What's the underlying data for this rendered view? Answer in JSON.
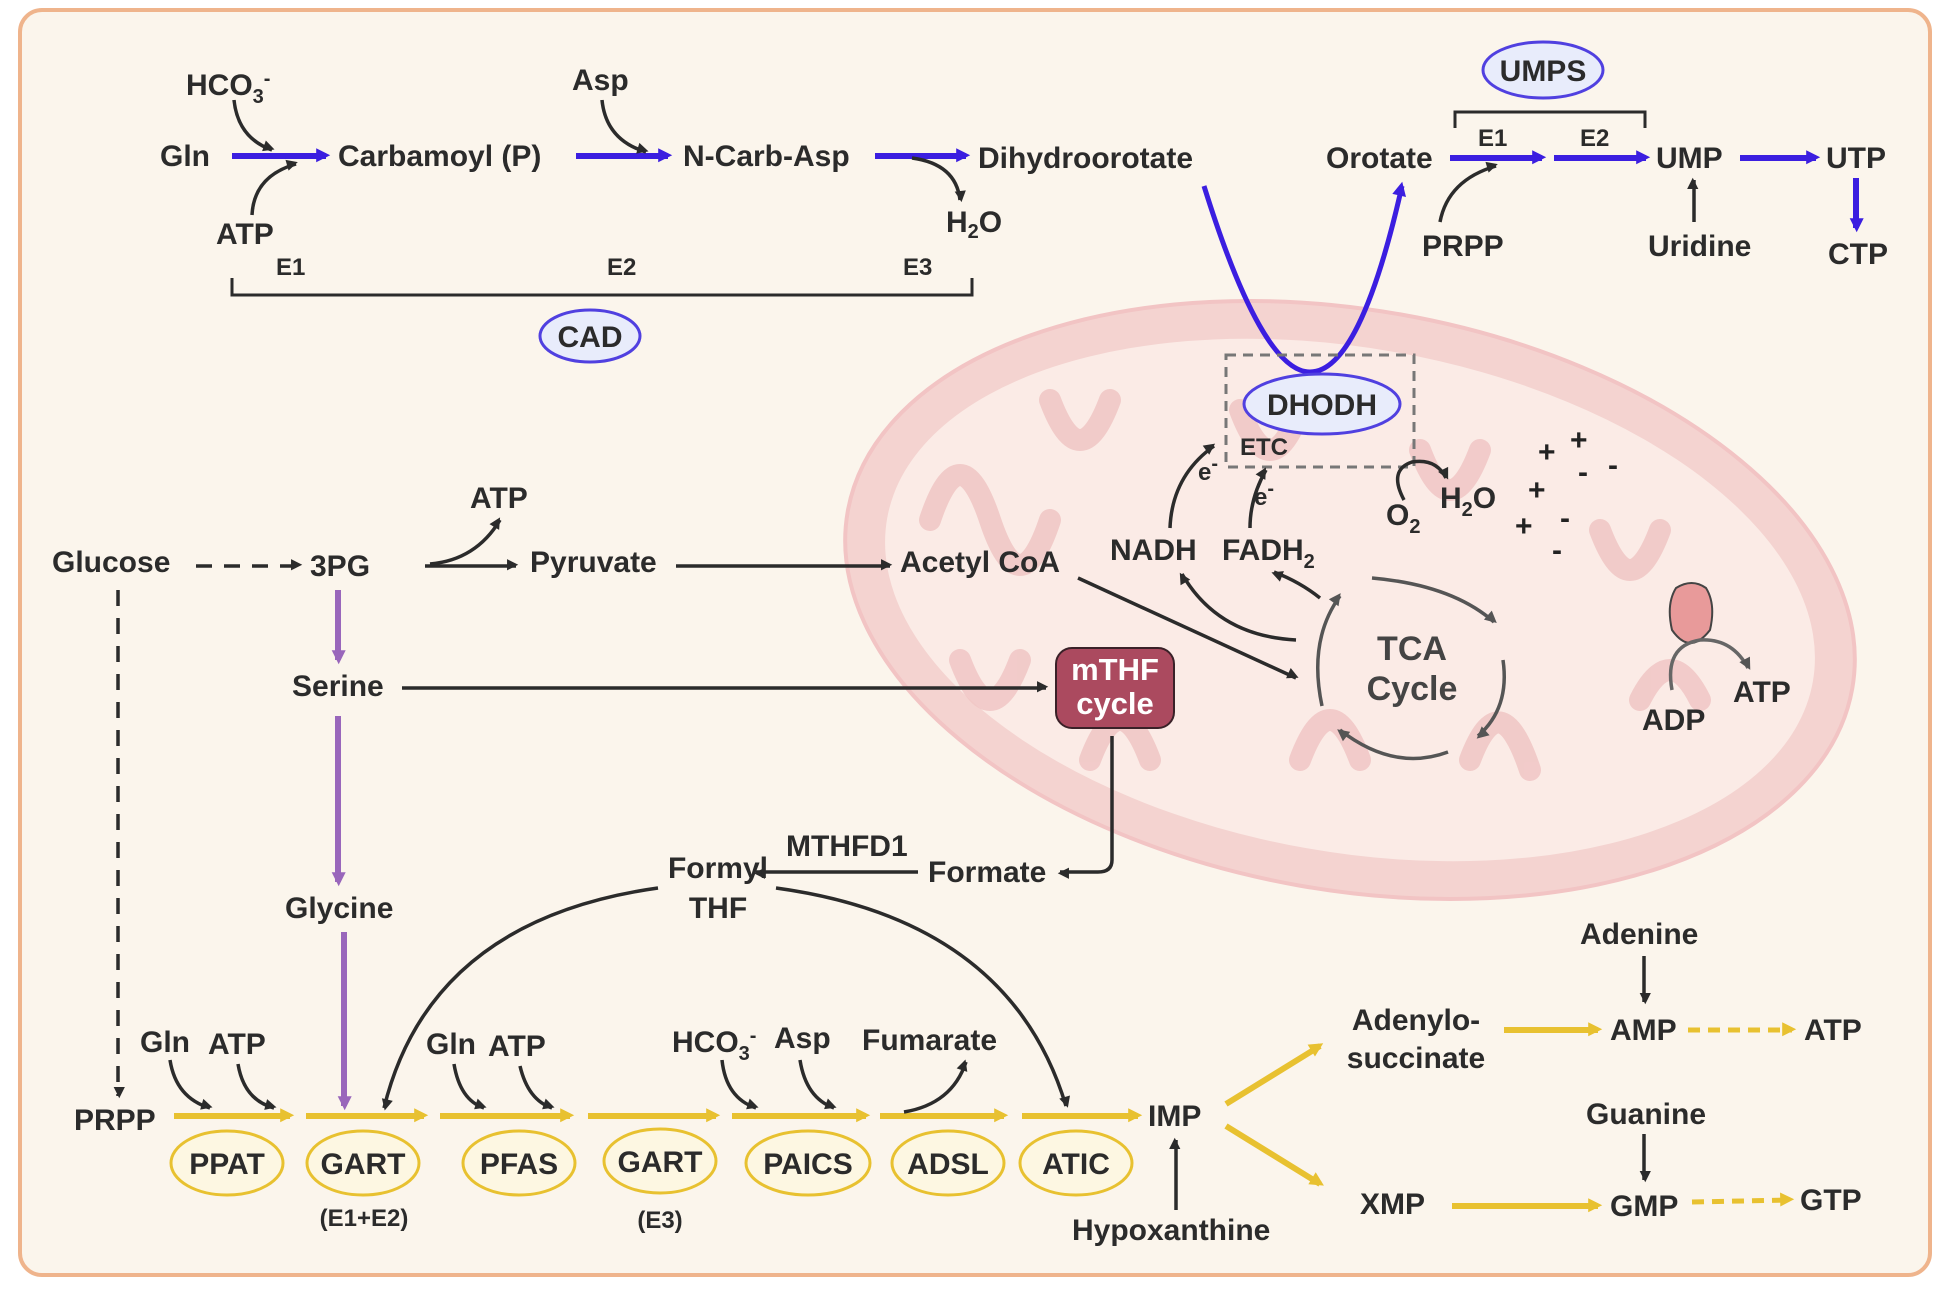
{
  "colors": {
    "frame_border": "#efb48c",
    "frame_fill": "#fbf5ec",
    "pyrimidine_arrow": "#3b1ee0",
    "purine_arrow": "#e8c130",
    "glycine_arrow": "#9966bb",
    "mito_outer": "#f2c4c4",
    "mito_inner": "#fbe8e4",
    "mthf_box": "#ab4a5f",
    "cad_ellipse": "#5040e0",
    "purine_ellipse": "#e8c130"
  },
  "pyrimidine": {
    "hco3": "HCO",
    "hco3_sub": "3",
    "hco3_sup": "-",
    "gln": "Gln",
    "atp": "ATP",
    "carbamoyl": "Carbamoyl (P)",
    "asp": "Asp",
    "n_carb_asp": "N-Carb-Asp",
    "dihydroorotate": "Dihydroorotate",
    "h2o": "H",
    "h2o_sub": "2",
    "h2o_end": "O",
    "e1": "E1",
    "e2": "E2",
    "e3": "E3",
    "cad": "CAD",
    "orotate": "Orotate",
    "umps": "UMPS",
    "umps_e1": "E1",
    "umps_e2": "E2",
    "ump": "UMP",
    "utp": "UTP",
    "prpp": "PRPP",
    "uridine": "Uridine",
    "ctp": "CTP"
  },
  "mitochondrion": {
    "dhodh": "DHODH",
    "etc": "ETC",
    "e_minus": "e",
    "e_minus_sup": "-",
    "nadh": "NADH",
    "fadh2": "FADH",
    "fadh2_sub": "2",
    "o2": "O",
    "o2_sub": "2",
    "h2o": "H",
    "h2o_sub": "2",
    "h2o_end": "O",
    "tca_line1": "TCA",
    "tca_line2": "Cycle",
    "adp": "ADP",
    "atp": "ATP",
    "plus": "+",
    "minus": "-"
  },
  "glycolysis": {
    "glucose": "Glucose",
    "pg3": "3PG",
    "atp": "ATP",
    "pyruvate": "Pyruvate",
    "acetyl_coa": "Acetyl CoA",
    "serine": "Serine",
    "glycine": "Glycine",
    "mthf_line1": "mTHF",
    "mthf_line2": "cycle",
    "formyl_line1": "Formyl",
    "formyl_line2": "THF",
    "mthfd1": "MTHFD1",
    "formate": "Formate"
  },
  "purine": {
    "prpp": "PRPP",
    "gln1": "Gln",
    "atp1": "ATP",
    "gln2": "Gln",
    "atp2": "ATP",
    "hco3": "HCO",
    "hco3_sub": "3",
    "hco3_sup": "-",
    "asp": "Asp",
    "fumarate": "Fumarate",
    "enzymes": [
      "PPAT",
      "GART",
      "PFAS",
      "GART",
      "PAICS",
      "ADSL",
      "ATIC"
    ],
    "gart_note1": "(E1+E2)",
    "gart_note2": "(E3)",
    "imp": "IMP",
    "hypoxanthine": "Hypoxanthine",
    "adenylo_line1": "Adenylo-",
    "adenylo_line2": "succinate",
    "adenine": "Adenine",
    "amp": "AMP",
    "atp_out": "ATP",
    "guanine": "Guanine",
    "xmp": "XMP",
    "gmp": "GMP",
    "gtp": "GTP"
  }
}
